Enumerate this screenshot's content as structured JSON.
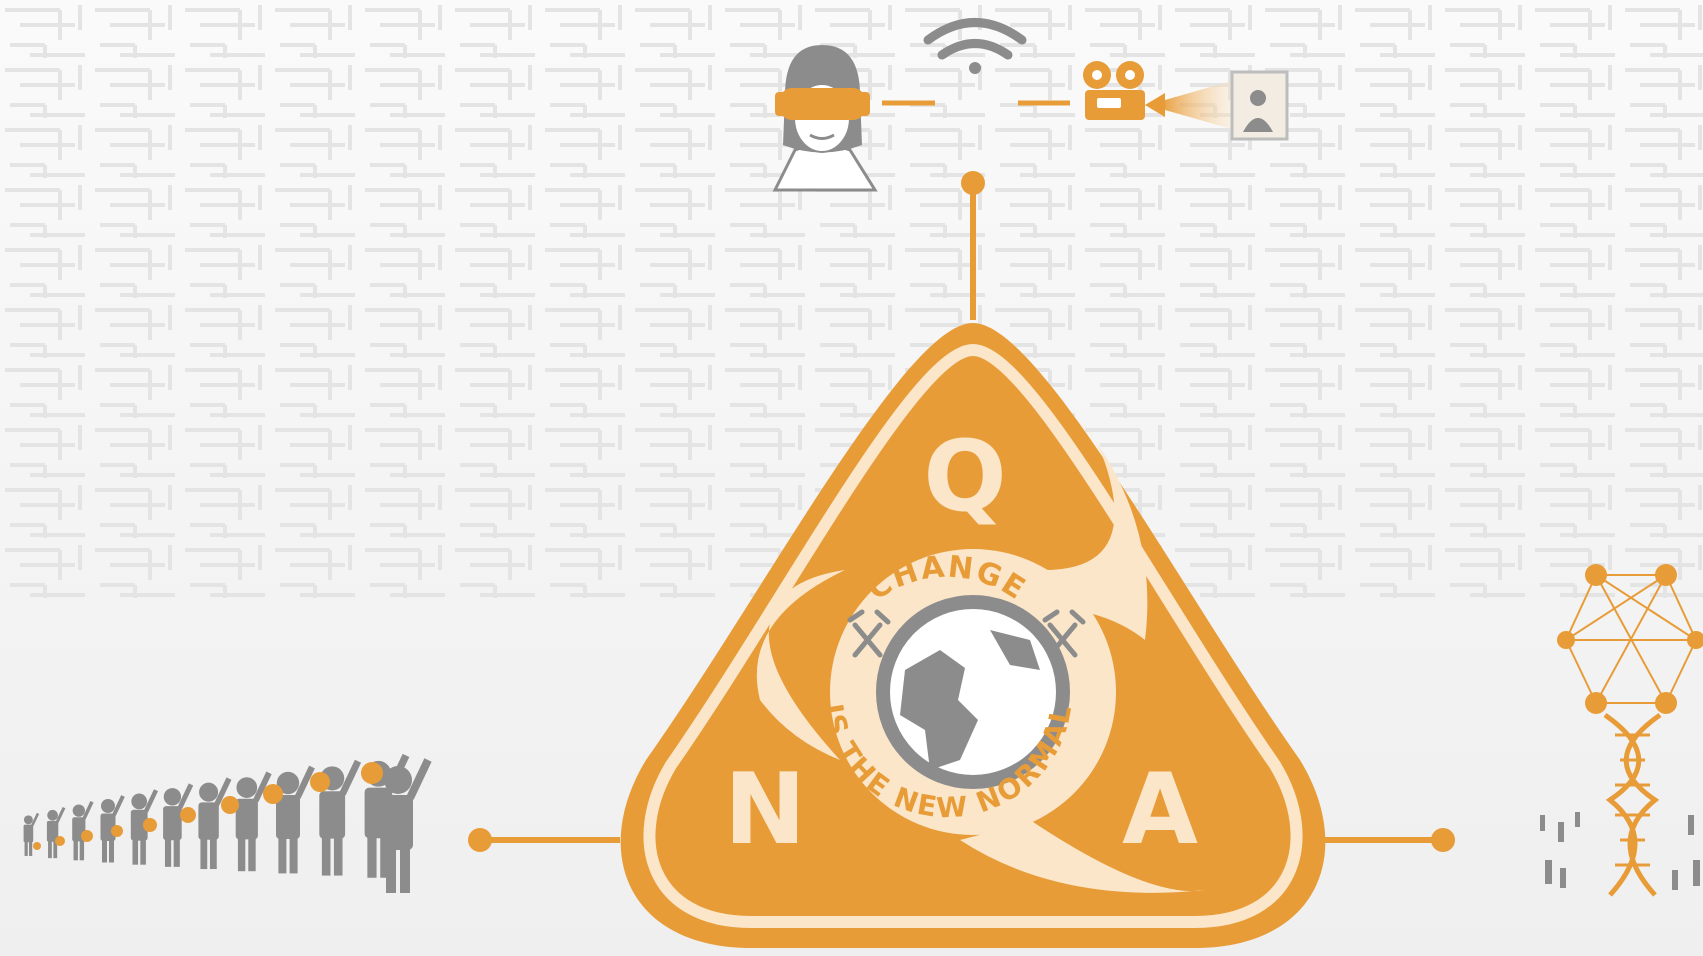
{
  "logo": {
    "letters": {
      "top": "Q",
      "left": "N",
      "right": "A"
    },
    "ring_top": "CHANGE",
    "ring_bottom": "IS THE NEW NORMAL"
  },
  "colors": {
    "orange": "#e89c38",
    "cream": "#fbe6c9",
    "gray": "#8c8c8c",
    "background": "#f4f4f4"
  },
  "icons": {
    "vr_user": "vr-headset-user-icon",
    "wifi": "wifi-icon",
    "camera": "video-camera-icon",
    "crowd": "growing-crowd-icon",
    "dna": "dna-network-icon"
  }
}
